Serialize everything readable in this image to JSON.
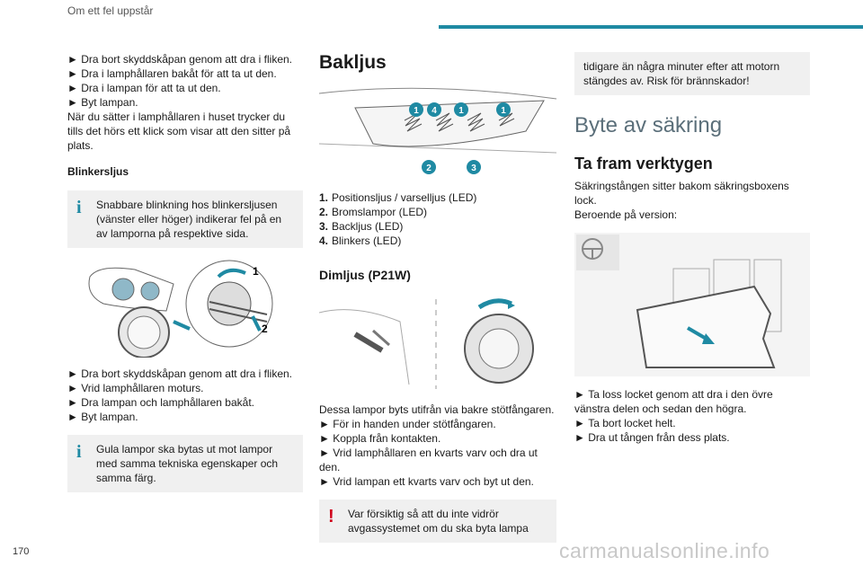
{
  "header": {
    "title": "Om ett fel uppstår"
  },
  "page_number": "170",
  "watermark": "carmanualsonline.info",
  "col1": {
    "steps_a": [
      "Dra bort skyddskåpan genom att dra i fliken.",
      "Dra i lamphållaren bakåt för att ta ut den.",
      "Dra i lampan för att ta ut den.",
      "Byt lampan."
    ],
    "para_a": "När du sätter i lamphållaren i huset trycker du tills det hörs ett klick som visar att den sitter på plats.",
    "blink_heading": "Blinkersljus",
    "info_a": "Snabbare blinkning hos blinkersljusen (vänster eller höger) indikerar fel på en av lamporna på respektive sida.",
    "fig_labels": [
      "1",
      "2"
    ],
    "steps_b": [
      "Dra bort skyddskåpan genom att dra i fliken.",
      "Vrid lamphållaren moturs.",
      "Dra lampan och lamphållaren bakåt.",
      "Byt lampan."
    ],
    "info_b": "Gula lampor ska bytas ut mot lampor med samma tekniska egenskaper och samma färg."
  },
  "col2": {
    "heading": "Bakljus",
    "callouts": [
      "1",
      "4",
      "1",
      "1",
      "2",
      "3"
    ],
    "list": [
      {
        "num": "1.",
        "text": "Positionsljus / varselljus (LED)"
      },
      {
        "num": "2.",
        "text": "Bromslampor (LED)"
      },
      {
        "num": "3.",
        "text": "Backljus (LED)"
      },
      {
        "num": "4.",
        "text": "Blinkers (LED)"
      }
    ],
    "dim_heading": "Dimljus (P21W)",
    "para": "Dessa lampor byts utifrån via bakre stötfångaren.",
    "steps": [
      "För in handen under stötfångaren.",
      "Koppla från kontakten.",
      "Vrid lamphållaren en kvarts varv och dra ut den.",
      "Vrid lampan ett kvarts varv och byt ut den."
    ],
    "warn": "Var försiktig så att du inte vidrör avgassystemet om du ska byta lampa"
  },
  "col3": {
    "warn_cont": "tidigare än några minuter efter att motorn stängdes av. Risk för brännskador!",
    "heading": "Byte av säkring",
    "subheading": "Ta fram verktygen",
    "para": "Säkringstången sitter bakom säkringsboxens lock.",
    "para2": "Beroende på version:",
    "steps": [
      "Ta loss locket genom att dra i den övre vänstra delen och sedan den högra.",
      "Ta bort locket helt.",
      "Dra ut tången från dess plats."
    ]
  },
  "colors": {
    "accent": "#1f8aa3",
    "warning": "#d0021b",
    "info_bg": "#f0f0f0"
  }
}
